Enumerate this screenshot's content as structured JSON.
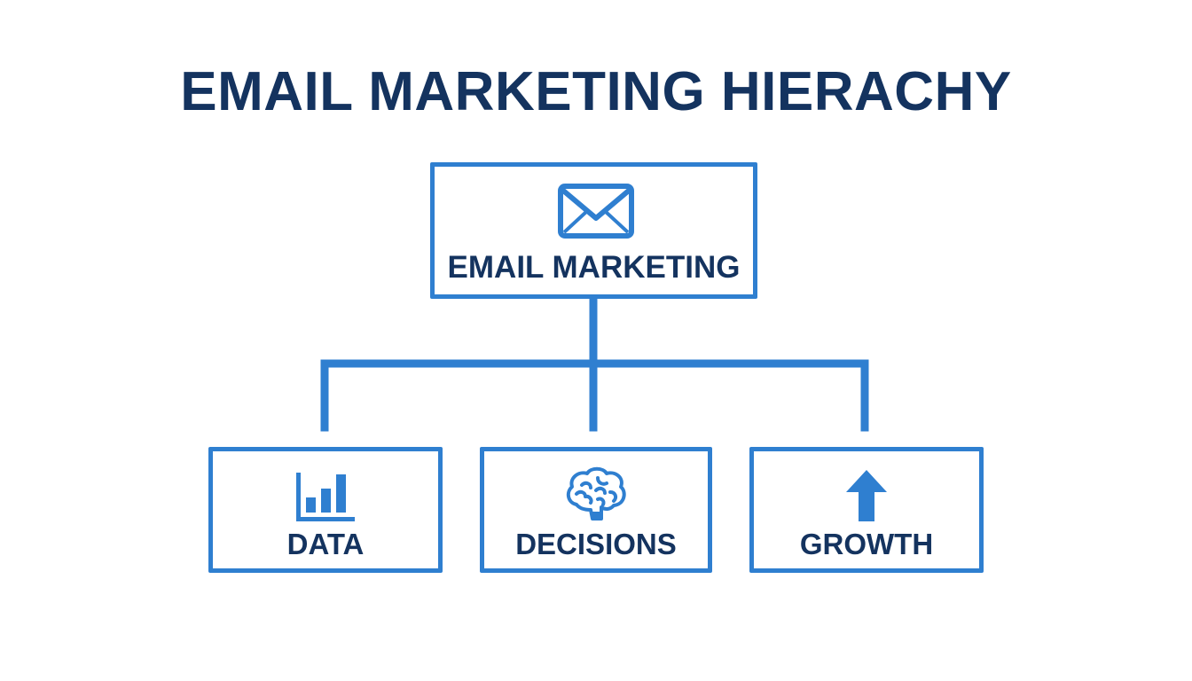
{
  "title": "EMAIL MARKETING HIERACHY",
  "colors": {
    "title_text": "#14335f",
    "accent_blue": "#2f7fd0",
    "background": "#ffffff"
  },
  "root": {
    "label": "EMAIL MARKETING",
    "icon": "envelope-icon"
  },
  "children": [
    {
      "label": "DATA",
      "icon": "bar-chart-icon"
    },
    {
      "label": "DECISIONS",
      "icon": "brain-icon"
    },
    {
      "label": "GROWTH",
      "icon": "arrow-up-icon"
    }
  ]
}
